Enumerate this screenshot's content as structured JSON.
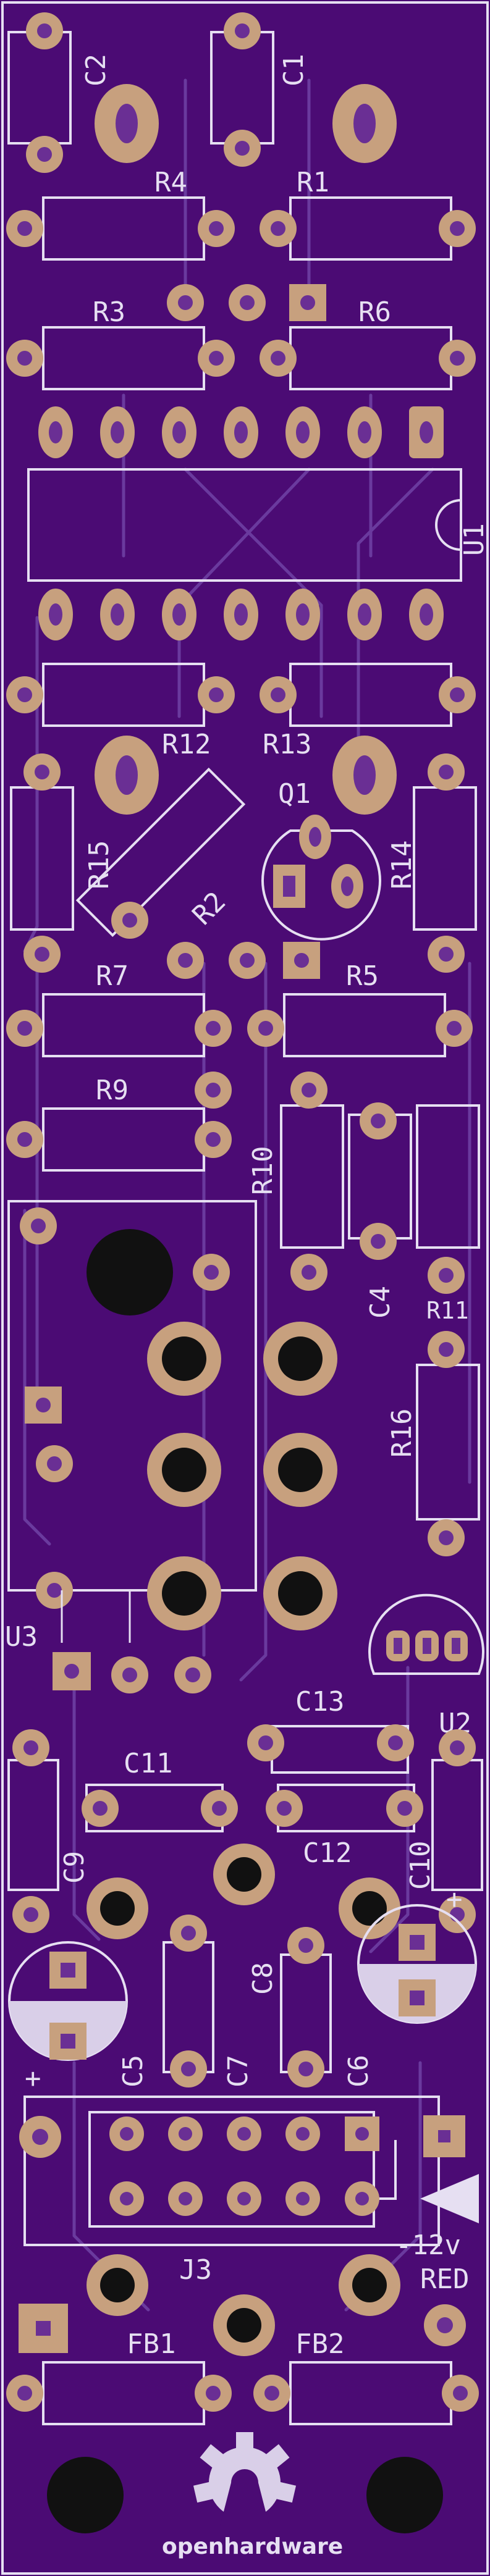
{
  "board": {
    "background": "#4b0b74",
    "edge_color": "#e6dff2",
    "pad_color": "#c7a07e"
  },
  "labels": {
    "c2": "C2",
    "c1": "C1",
    "r4": "R4",
    "r1": "R1",
    "r3": "R3",
    "r6": "R6",
    "u1": "U1",
    "r12": "R12",
    "r13": "R13",
    "q1": "Q1",
    "r15": "R15",
    "r2": "R2",
    "r14": "R14",
    "r7": "R7",
    "r5": "R5",
    "r9": "R9",
    "r10": "R10",
    "c4": "C4",
    "r11": "R11",
    "r16": "R16",
    "u3": "U3",
    "u2": "U2",
    "c13": "C13",
    "c11": "C11",
    "c12": "C12",
    "c9": "C9",
    "c10": "C10",
    "c8": "C8",
    "c5": "C5",
    "c7": "C7",
    "c6": "C6",
    "j3": "J3",
    "minus12v": "-12v",
    "red": "RED",
    "fb1": "FB1",
    "fb2": "FB2",
    "plus": "+",
    "logo_open": "open",
    "logo_hardware": "hardware"
  }
}
